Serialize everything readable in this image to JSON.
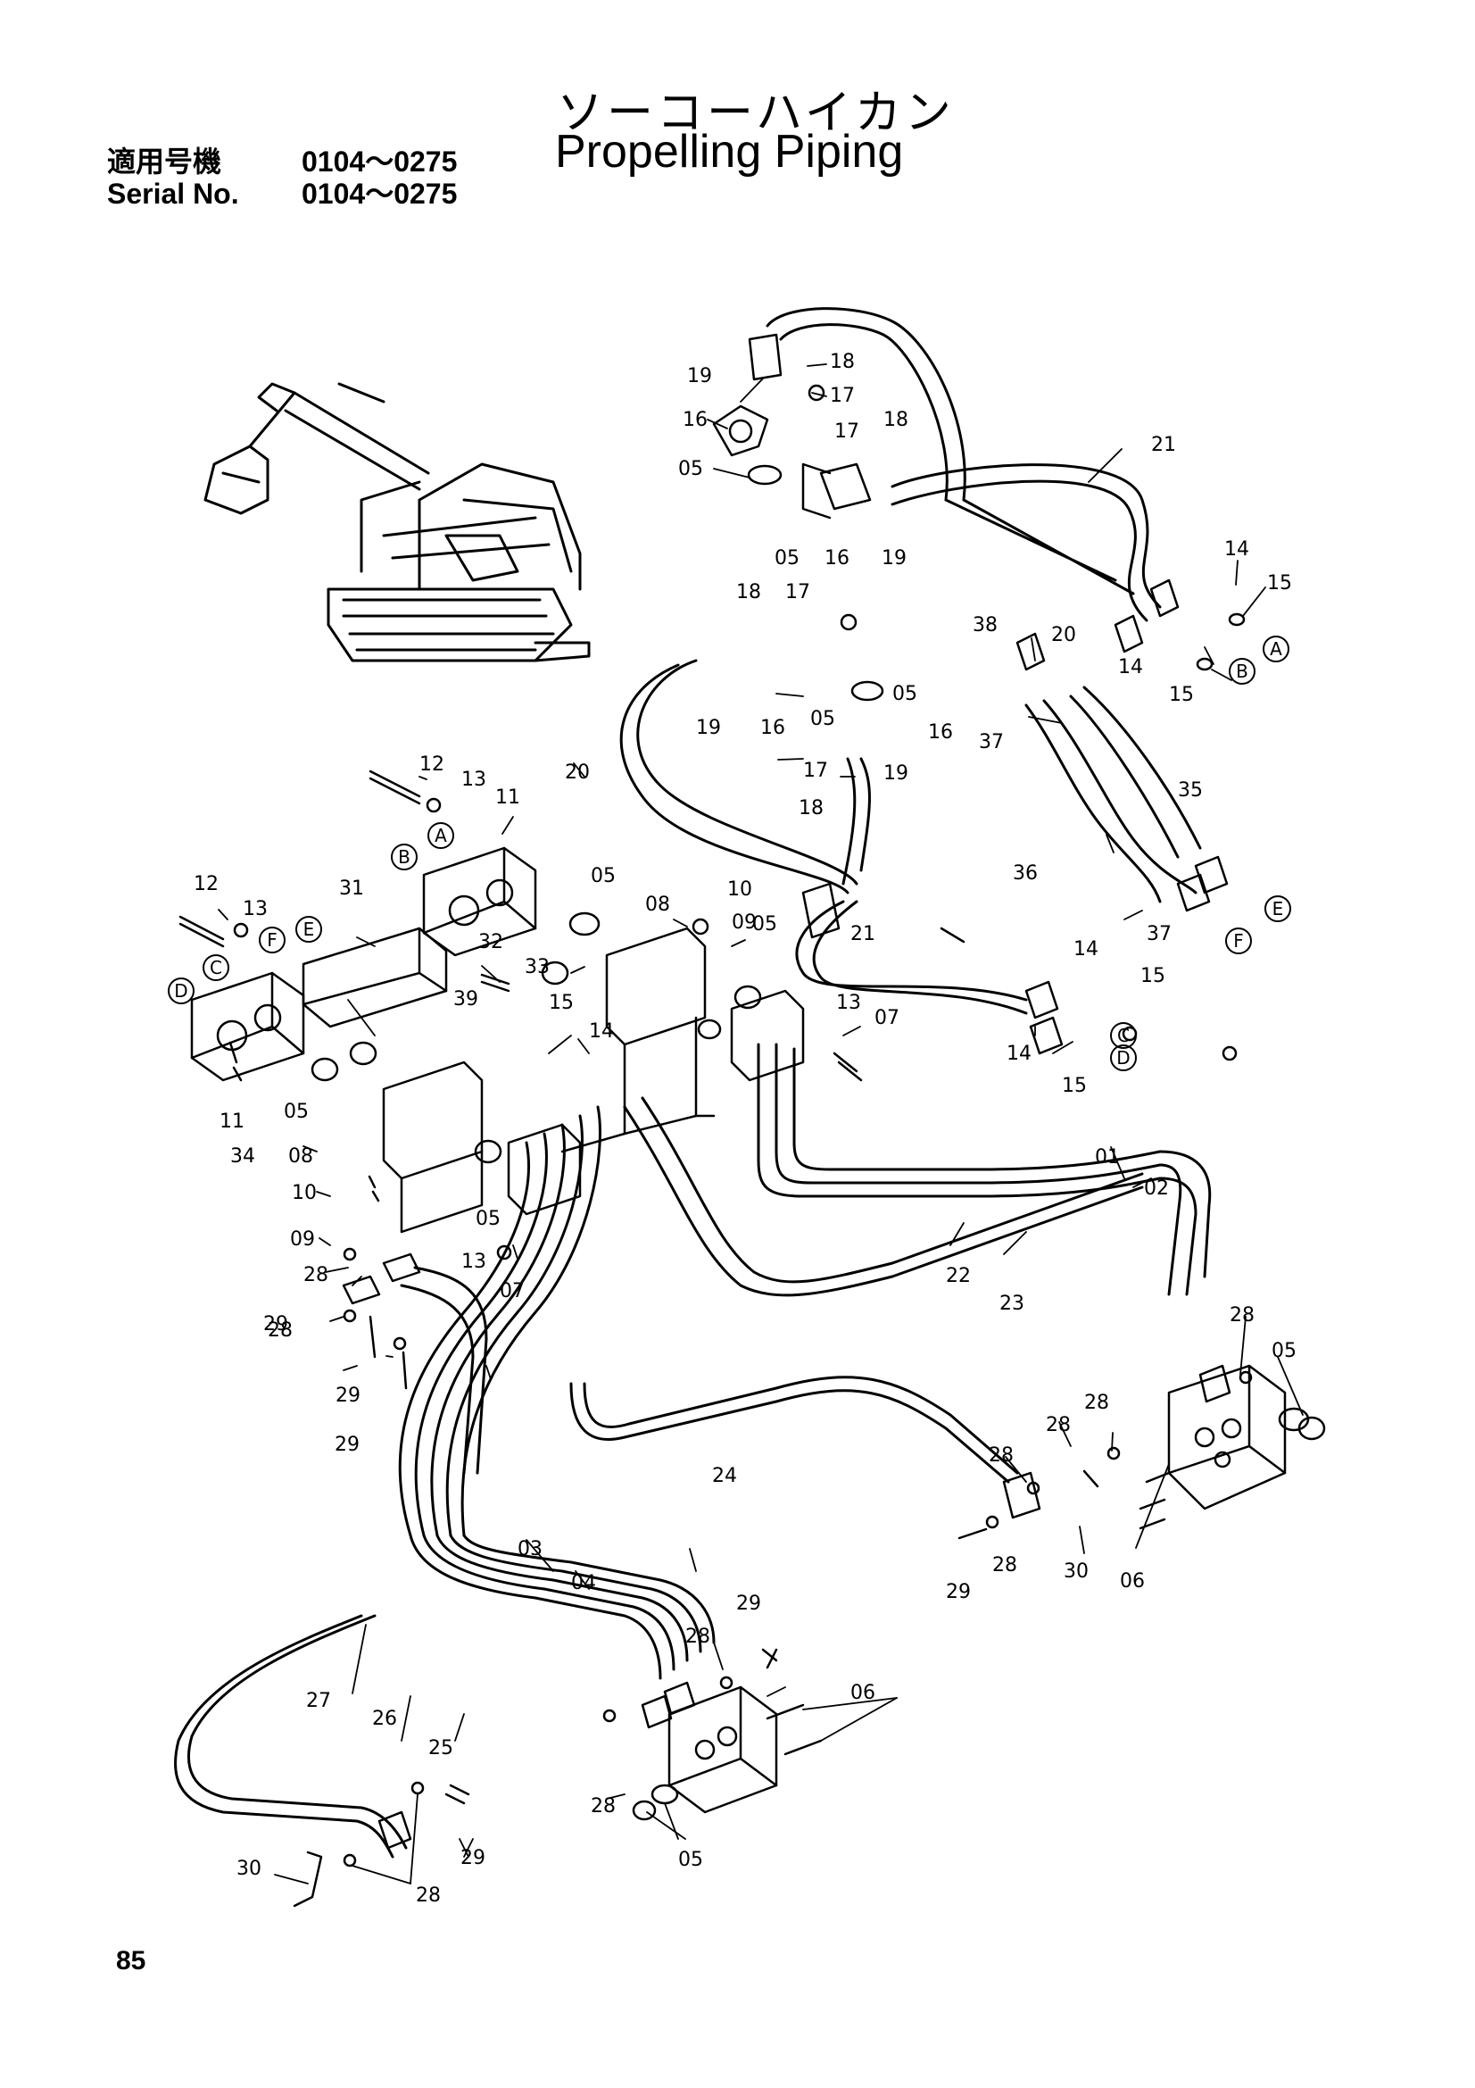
{
  "header": {
    "title_jp": "ソーコーハイカン",
    "title_en": "Propelling Piping",
    "serial_jp_label": "適用号機",
    "serial_jp_value": "0104～0275",
    "serial_en_label": "Serial No.",
    "serial_en_value": "0104～0275"
  },
  "page_number": "85",
  "part_labels": [
    {
      "key": "p19a",
      "text": "19"
    },
    {
      "key": "p18a",
      "text": "18"
    },
    {
      "key": "p17a",
      "text": "17"
    },
    {
      "key": "p16a",
      "text": "16"
    },
    {
      "key": "p17b",
      "text": "17"
    },
    {
      "key": "p18b",
      "text": "18"
    },
    {
      "key": "p05a",
      "text": "05"
    },
    {
      "key": "p05b",
      "text": "05"
    },
    {
      "key": "p16b",
      "text": "16"
    },
    {
      "key": "p19b",
      "text": "19"
    },
    {
      "key": "p21a",
      "text": "21"
    },
    {
      "key": "p14a",
      "text": "14"
    },
    {
      "key": "p15a",
      "text": "15"
    },
    {
      "key": "p20a",
      "text": "20"
    },
    {
      "key": "p14b",
      "text": "14"
    },
    {
      "key": "p15b",
      "text": "15"
    },
    {
      "key": "p38",
      "text": "38"
    },
    {
      "key": "p18c",
      "text": "18"
    },
    {
      "key": "p17c",
      "text": "17"
    },
    {
      "key": "p19c",
      "text": "19"
    },
    {
      "key": "p16c",
      "text": "16"
    },
    {
      "key": "p05c",
      "text": "05"
    },
    {
      "key": "p05d",
      "text": "05"
    },
    {
      "key": "p16d",
      "text": "16"
    },
    {
      "key": "p17d",
      "text": "17"
    },
    {
      "key": "p19d",
      "text": "19"
    },
    {
      "key": "p18d",
      "text": "18"
    },
    {
      "key": "p20b",
      "text": "20"
    },
    {
      "key": "p37a",
      "text": "37"
    },
    {
      "key": "p35",
      "text": "35"
    },
    {
      "key": "p36",
      "text": "36"
    },
    {
      "key": "p37b",
      "text": "37"
    },
    {
      "key": "p12a",
      "text": "12"
    },
    {
      "key": "p13a",
      "text": "13"
    },
    {
      "key": "p11a",
      "text": "11"
    },
    {
      "key": "p10a",
      "text": "10"
    },
    {
      "key": "p09a",
      "text": "09"
    },
    {
      "key": "p05e",
      "text": "05"
    },
    {
      "key": "p08a",
      "text": "08"
    },
    {
      "key": "p21b",
      "text": "21"
    },
    {
      "key": "p12b",
      "text": "12"
    },
    {
      "key": "p13b",
      "text": "13"
    },
    {
      "key": "p31",
      "text": "31"
    },
    {
      "key": "p32",
      "text": "32"
    },
    {
      "key": "p33",
      "text": "33"
    },
    {
      "key": "p15c",
      "text": "15"
    },
    {
      "key": "p14c",
      "text": "14"
    },
    {
      "key": "p05f",
      "text": "05"
    },
    {
      "key": "p14d",
      "text": "14"
    },
    {
      "key": "p15d",
      "text": "15"
    },
    {
      "key": "p13c",
      "text": "13"
    },
    {
      "key": "p07a",
      "text": "07"
    },
    {
      "key": "p14e",
      "text": "14"
    },
    {
      "key": "p15e",
      "text": "15"
    },
    {
      "key": "p39",
      "text": "39"
    },
    {
      "key": "p05g",
      "text": "05"
    },
    {
      "key": "p11b",
      "text": "11"
    },
    {
      "key": "p34",
      "text": "34"
    },
    {
      "key": "p08b",
      "text": "08"
    },
    {
      "key": "p10b",
      "text": "10"
    },
    {
      "key": "p09b",
      "text": "09"
    },
    {
      "key": "p05h",
      "text": "05"
    },
    {
      "key": "p13d",
      "text": "13"
    },
    {
      "key": "p07b",
      "text": "07"
    },
    {
      "key": "p01",
      "text": "01"
    },
    {
      "key": "p02",
      "text": "02"
    },
    {
      "key": "p22",
      "text": "22"
    },
    {
      "key": "p23",
      "text": "23"
    },
    {
      "key": "p28a",
      "text": "28"
    },
    {
      "key": "p28b",
      "text": "28"
    },
    {
      "key": "p29a",
      "text": "29"
    },
    {
      "key": "p28c",
      "text": "28"
    },
    {
      "key": "p29b",
      "text": "29"
    },
    {
      "key": "p28d",
      "text": "28"
    },
    {
      "key": "p05i",
      "text": "05"
    },
    {
      "key": "p29c",
      "text": "29"
    },
    {
      "key": "p28e",
      "text": "28"
    },
    {
      "key": "p28f",
      "text": "28"
    },
    {
      "key": "p24",
      "text": "24"
    },
    {
      "key": "p28g",
      "text": "28"
    },
    {
      "key": "p29d",
      "text": "29"
    },
    {
      "key": "p30a",
      "text": "30"
    },
    {
      "key": "p06a",
      "text": "06"
    },
    {
      "key": "p03",
      "text": "03"
    },
    {
      "key": "p04",
      "text": "04"
    },
    {
      "key": "p29e",
      "text": "29"
    },
    {
      "key": "p28h",
      "text": "28"
    },
    {
      "key": "p27",
      "text": "27"
    },
    {
      "key": "p26",
      "text": "26"
    },
    {
      "key": "p25",
      "text": "25"
    },
    {
      "key": "p06b",
      "text": "06"
    },
    {
      "key": "p28i",
      "text": "28"
    },
    {
      "key": "p05j",
      "text": "05"
    },
    {
      "key": "p29f",
      "text": "29"
    },
    {
      "key": "p30b",
      "text": "30"
    },
    {
      "key": "p28j",
      "text": "28"
    }
  ],
  "port_markers": [
    {
      "key": "A1",
      "text": "A"
    },
    {
      "key": "B1",
      "text": "B"
    },
    {
      "key": "C1",
      "text": "C"
    },
    {
      "key": "D1",
      "text": "D"
    },
    {
      "key": "E1",
      "text": "E"
    },
    {
      "key": "F1",
      "text": "F"
    },
    {
      "key": "A2",
      "text": "A"
    },
    {
      "key": "B2",
      "text": "B"
    },
    {
      "key": "C2",
      "text": "C"
    },
    {
      "key": "D2",
      "text": "D"
    },
    {
      "key": "E2",
      "text": "E"
    },
    {
      "key": "F2",
      "text": "F"
    }
  ]
}
